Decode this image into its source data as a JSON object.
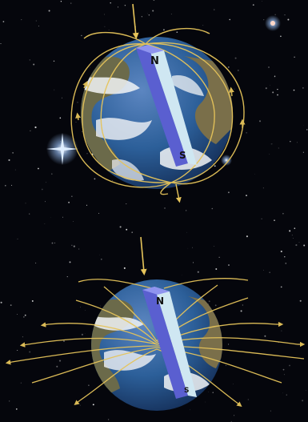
{
  "scene": {
    "background": "starfield",
    "colors": {
      "space": "#05060c",
      "field_line": "#e6c45a",
      "magnet_face": "#cfe7f2",
      "magnet_side": "#5a5fd0",
      "ocean": "#2c5f99",
      "land": "#6b6a4a",
      "cloud": "#f2f4f6"
    },
    "top_earth": {
      "description_icon": "earth-globe-icon",
      "field_pattern": "dipole",
      "magnet": {
        "north_label": "N",
        "south_label": "S"
      }
    },
    "bottom_earth": {
      "description_icon": "earth-globe-icon",
      "field_pattern": "disrupted",
      "magnet": {
        "north_label": "N",
        "south_label": "S"
      }
    }
  }
}
